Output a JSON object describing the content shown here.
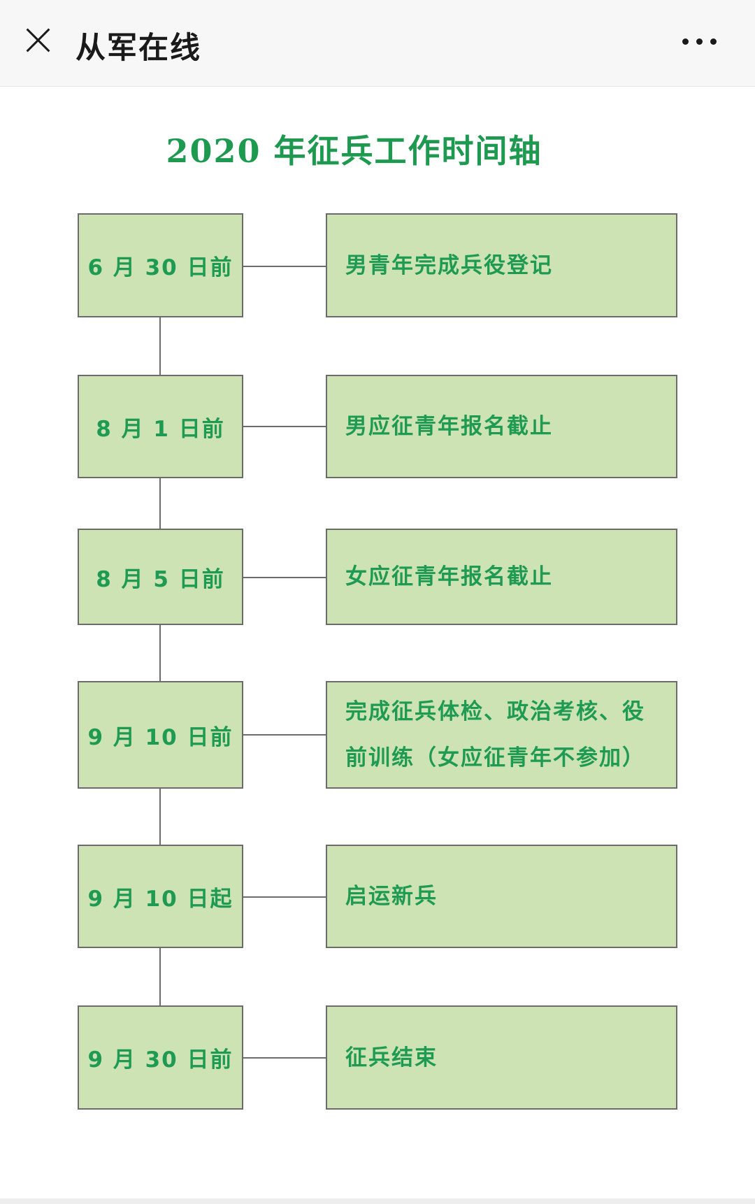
{
  "header": {
    "title": "从军在线",
    "close_icon": "close-icon",
    "more_icon": "more-icon"
  },
  "timeline": {
    "title": "2020 年征兵工作时间轴",
    "items": [
      {
        "date": "6 月 30 日前",
        "event": "男青年完成兵役登记"
      },
      {
        "date": "8 月 1 日前",
        "event": "男应征青年报名截止"
      },
      {
        "date": "8 月 5 日前",
        "event": "女应征青年报名截止"
      },
      {
        "date": "9 月 10 日前",
        "event": "完成征兵体检、政治考核、役前训练（女应征青年不参加）"
      },
      {
        "date": "9 月 10 日起",
        "event": "启运新兵"
      },
      {
        "date": "9 月 30 日前",
        "event": "征兵结束"
      }
    ]
  },
  "colors": {
    "title_green": "#1e9a50",
    "box_fill": "#cde3b4",
    "box_border": "#6b6b6b"
  }
}
